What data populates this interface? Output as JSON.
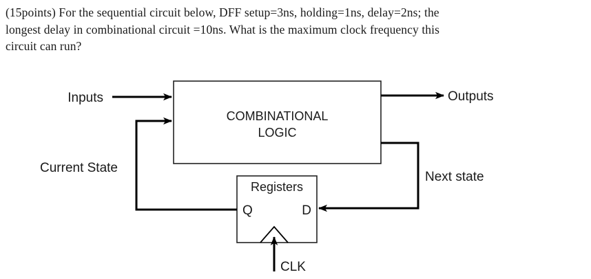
{
  "question": {
    "lines": [
      " (15points) For the sequential circuit below, DFF setup=3ns, holding=1ns, delay=2ns; the",
      "longest delay in combinational circuit =10ns.  What is the maximum clock frequency this",
      "circuit can run?"
    ],
    "full_text": " (15points) For the sequential circuit below, DFF setup=3ns, holding=1ns, delay=2ns; the longest delay in combinational circuit =10ns.  What is the maximum clock frequency this circuit can run?"
  },
  "diagram": {
    "type": "sequential-circuit-block-diagram",
    "combinational_block": {
      "line1": "COMBINATIONAL",
      "line2": "LOGIC"
    },
    "register_block": {
      "title": "Registers",
      "q_pin": "Q",
      "d_pin": "D",
      "clock_label": "CLK"
    },
    "signals": {
      "inputs": "Inputs",
      "outputs": "Outputs",
      "current_state": "Current State",
      "next_state": "Next state"
    },
    "colors": {
      "wire": "#000000",
      "box_stroke": "#222222",
      "background": "#ffffff",
      "text": "#1a1a1a"
    }
  }
}
